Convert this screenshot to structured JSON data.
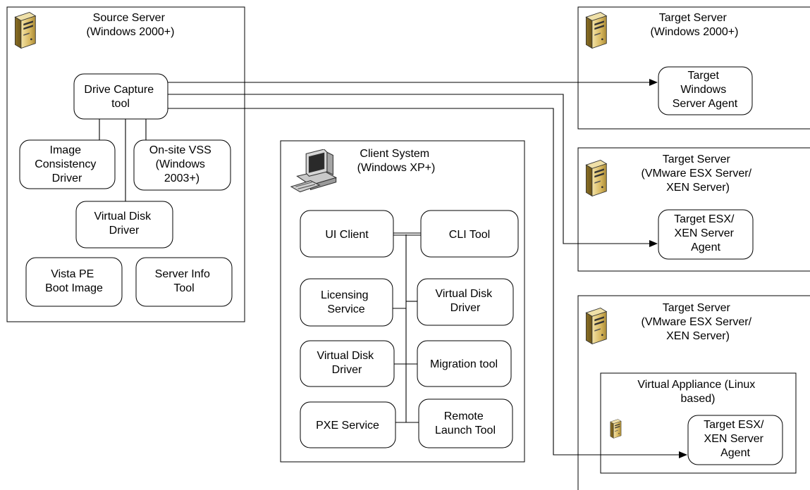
{
  "source_server": {
    "title": [
      "Source Server",
      "(Windows 2000+)"
    ],
    "components": {
      "drive_capture": [
        "Drive Capture",
        "tool"
      ],
      "image_consistency": [
        "Image",
        "Consistency",
        "Driver"
      ],
      "onsite_vss": [
        "On-site VSS",
        "(Windows",
        "2003+)"
      ],
      "virtual_disk": [
        "Virtual Disk",
        "Driver"
      ],
      "vista_pe": [
        "Vista PE",
        "Boot Image"
      ],
      "server_info": [
        "Server Info",
        "Tool"
      ]
    }
  },
  "client_system": {
    "title": [
      "Client System",
      "(Windows XP+)"
    ],
    "components": {
      "ui_client": [
        "UI Client"
      ],
      "cli_tool": [
        "CLI Tool"
      ],
      "licensing": [
        "Licensing",
        "Service"
      ],
      "virtual_disk_right": [
        "Virtual Disk",
        "Driver"
      ],
      "virtual_disk_left": [
        "Virtual Disk",
        "Driver"
      ],
      "migration": [
        "Migration tool"
      ],
      "pxe": [
        "PXE Service"
      ],
      "remote_launch": [
        "Remote",
        "Launch Tool"
      ]
    }
  },
  "target_server_1": {
    "title": [
      "Target Server",
      "(Windows 2000+)"
    ],
    "agent": [
      "Target",
      "Windows",
      "Server Agent"
    ]
  },
  "target_server_2": {
    "title": [
      "Target Server",
      "(VMware ESX Server/",
      "XEN Server)"
    ],
    "agent": [
      "Target ESX/",
      "XEN Server",
      "Agent"
    ]
  },
  "target_server_3": {
    "title": [
      "Target Server",
      "(VMware ESX Server/",
      "XEN Server)"
    ],
    "appliance": {
      "title": [
        "Virtual Appliance (Linux",
        "based)"
      ],
      "agent": [
        "Target ESX/",
        "XEN Server",
        "Agent"
      ]
    }
  }
}
